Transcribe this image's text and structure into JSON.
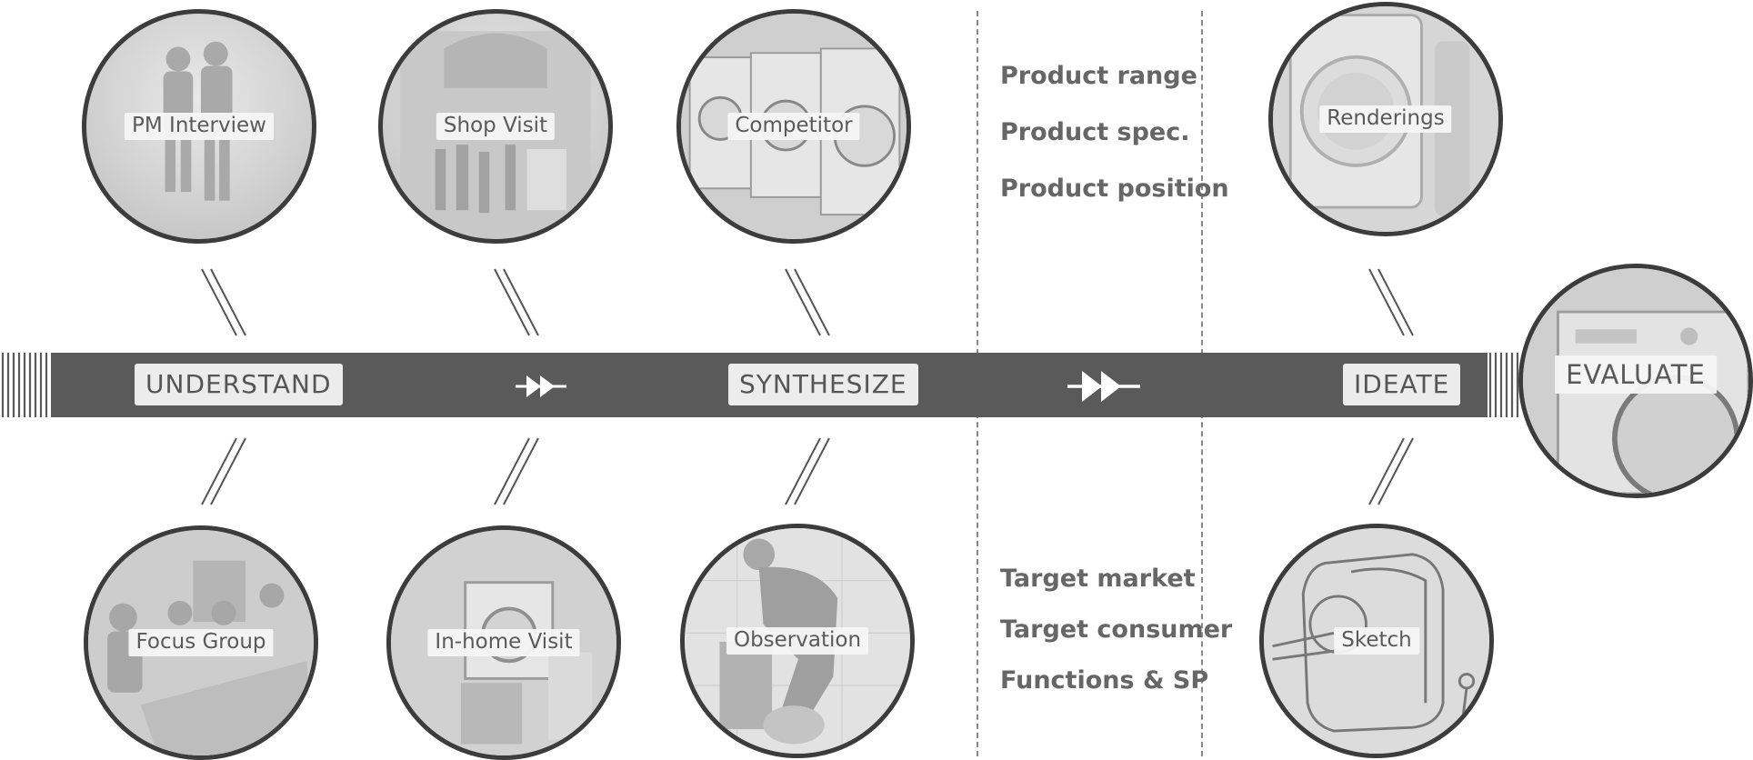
{
  "phases": {
    "understand": "UNDERSTAND",
    "synthesize": "SYNTHESIZE",
    "ideate": "IDEATE",
    "evaluate": "EVALUATE"
  },
  "circles": {
    "pm_interview": "PM Interview",
    "shop_visit": "Shop Visit",
    "competitor": "Competitor",
    "renderings": "Renderings",
    "focus_group": "Focus Group",
    "in_home_visit": "In-home Visit",
    "observation": "Observation",
    "sketch": "Sketch"
  },
  "synthesis_outputs_top": [
    "Product range",
    "Product spec.",
    "Product position"
  ],
  "synthesis_outputs_bottom": [
    "Target market",
    "Target consumer",
    "Functions & SP"
  ],
  "arrow_icons": [
    "double-arrow-icon",
    "double-arrow-icon"
  ],
  "colors": {
    "band": "#5a5a5a",
    "border": "#3c3c3c",
    "label_bg": "#ececec",
    "text": "#555555"
  }
}
